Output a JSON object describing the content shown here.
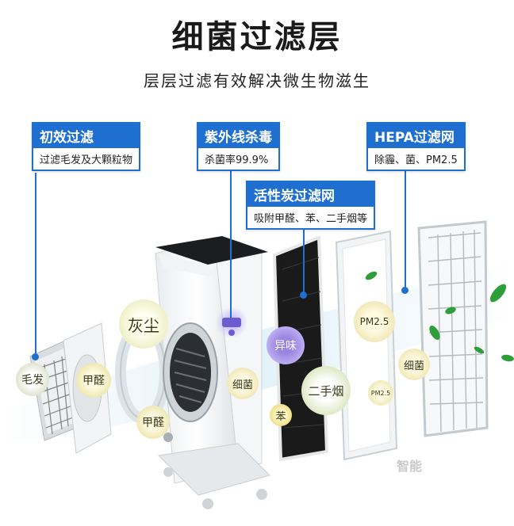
{
  "header": {
    "title": "细菌过滤层",
    "subtitle": "层层过滤有效解决微生物滋生"
  },
  "labels": [
    {
      "title": "初效过滤",
      "desc": "过滤毛发及大颗粒物"
    },
    {
      "title": "紫外线杀毒",
      "desc": "杀菌率99.9%"
    },
    {
      "title": "活性炭过滤网",
      "desc": "吸附甲醛、苯、二手烟等"
    },
    {
      "title": "HEPA过滤网",
      "desc": "除霾、菌、PM2.5"
    }
  ],
  "bubbles": {
    "hair": "毛发",
    "formaldehyde_1": "甲醛",
    "dust": "灰尘",
    "formaldehyde_2": "甲醛",
    "bacteria_1": "细菌",
    "odor": "异味",
    "secondhand_smoke": "二手烟",
    "benzene": "苯",
    "pm25_large": "PM2.5",
    "pm25_small": "PM2.5",
    "bacteria_2": "细菌"
  },
  "colors": {
    "accent": "#1f6fd1",
    "leaf": "#2e9e3a"
  },
  "watermark": "智能"
}
